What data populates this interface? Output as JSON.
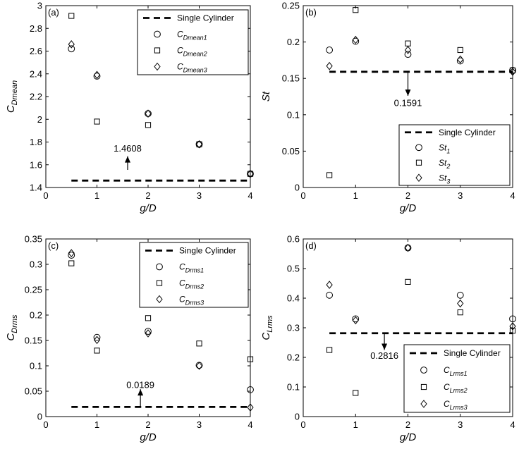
{
  "chart_data": [
    {
      "type": "scatter",
      "panel_label": "(a)",
      "xlabel": "g/D",
      "ylabel": {
        "main": "C",
        "sub": "Dmean"
      },
      "xlim": [
        0,
        4
      ],
      "ylim": [
        1.4,
        3.0
      ],
      "xticks": [
        "0",
        "1",
        "2",
        "3",
        "4"
      ],
      "yticks": [
        "1.4",
        "1.6",
        "1.8",
        "2",
        "2.2",
        "2.4",
        "2.6",
        "2.8",
        "3"
      ],
      "legend_position": "top-right",
      "reference": {
        "name": "Single Cylinder",
        "value": 1.4608
      },
      "annotation": {
        "text": "1.4608",
        "x": 1.6,
        "arrow_from": 1.555,
        "arrow_to": 1.675,
        "label_y": 1.74
      },
      "series": [
        {
          "name": {
            "main": "C",
            "sub": "Dmean1"
          },
          "marker": "circle",
          "x": [
            0.5,
            1,
            2,
            3,
            4
          ],
          "y": [
            2.62,
            2.38,
            2.05,
            1.78,
            1.52
          ]
        },
        {
          "name": {
            "main": "C",
            "sub": "Dmean2"
          },
          "marker": "square",
          "x": [
            0.5,
            1,
            2,
            3,
            4
          ],
          "y": [
            2.91,
            1.98,
            1.95,
            1.78,
            1.52
          ]
        },
        {
          "name": {
            "main": "C",
            "sub": "Dmean3"
          },
          "marker": "diamond",
          "x": [
            0.5,
            1,
            2,
            3,
            4
          ],
          "y": [
            2.66,
            2.39,
            2.05,
            1.78,
            1.52
          ]
        }
      ]
    },
    {
      "type": "scatter",
      "panel_label": "(b)",
      "xlabel": "g/D",
      "ylabel": {
        "main": "St",
        "sub": ""
      },
      "xlim": [
        0,
        4
      ],
      "ylim": [
        0,
        0.25
      ],
      "xticks": [
        "0",
        "1",
        "2",
        "3",
        "4"
      ],
      "yticks": [
        "0",
        "0.05",
        "0.1",
        "0.15",
        "0.2",
        "0.25"
      ],
      "legend_position": "bottom-right",
      "reference": {
        "name": "Single Cylinder",
        "value": 0.1591
      },
      "annotation": {
        "text": "0.1591",
        "x": 2.0,
        "arrow_from": 0.159,
        "arrow_to": 0.126,
        "label_y": 0.116
      },
      "series": [
        {
          "name": {
            "main": "St",
            "sub": "1"
          },
          "marker": "circle",
          "x": [
            0.5,
            1,
            2,
            3,
            4
          ],
          "y": [
            0.189,
            0.201,
            0.183,
            0.174,
            0.161
          ]
        },
        {
          "name": {
            "main": "St",
            "sub": "2"
          },
          "marker": "square",
          "x": [
            0.5,
            1,
            2,
            3,
            4
          ],
          "y": [
            0.017,
            0.244,
            0.198,
            0.189,
            0.161
          ]
        },
        {
          "name": {
            "main": "St",
            "sub": "3"
          },
          "marker": "diamond",
          "x": [
            0.5,
            1,
            2,
            3,
            4
          ],
          "y": [
            0.167,
            0.203,
            0.189,
            0.176,
            0.159
          ]
        }
      ]
    },
    {
      "type": "scatter",
      "panel_label": "(c)",
      "xlabel": "g/D",
      "ylabel": {
        "main": "C",
        "sub": "Drms"
      },
      "xlim": [
        0,
        4
      ],
      "ylim": [
        0,
        0.35
      ],
      "xticks": [
        "0",
        "1",
        "2",
        "3",
        "4"
      ],
      "yticks": [
        "0",
        "0.05",
        "0.1",
        "0.15",
        "0.2",
        "0.25",
        "0.3",
        "0.35"
      ],
      "legend_position": "top-right",
      "reference": {
        "name": "Single Cylinder",
        "value": 0.0189
      },
      "annotation": {
        "text": "0.0189",
        "x": 1.85,
        "arrow_from": 0.019,
        "arrow_to": 0.054,
        "label_y": 0.062
      },
      "series": [
        {
          "name": {
            "main": "C",
            "sub": "Drms1"
          },
          "marker": "circle",
          "x": [
            0.5,
            1,
            2,
            3,
            4
          ],
          "y": [
            0.318,
            0.156,
            0.168,
            0.101,
            0.053
          ]
        },
        {
          "name": {
            "main": "C",
            "sub": "Drms2"
          },
          "marker": "square",
          "x": [
            0.5,
            1,
            2,
            3,
            4
          ],
          "y": [
            0.302,
            0.13,
            0.194,
            0.144,
            0.113
          ]
        },
        {
          "name": {
            "main": "C",
            "sub": "Drms3"
          },
          "marker": "diamond",
          "x": [
            0.5,
            1,
            2,
            3,
            4
          ],
          "y": [
            0.322,
            0.151,
            0.164,
            0.1,
            0.018
          ]
        }
      ]
    },
    {
      "type": "scatter",
      "panel_label": "(d)",
      "xlabel": "g/D",
      "ylabel": {
        "main": "C",
        "sub": "Lrms"
      },
      "xlim": [
        0,
        4
      ],
      "ylim": [
        0,
        0.6
      ],
      "xticks": [
        "0",
        "1",
        "2",
        "3",
        "4"
      ],
      "yticks": [
        "0",
        "0.1",
        "0.2",
        "0.3",
        "0.4",
        "0.5",
        "0.6"
      ],
      "legend_position": "bottom-right",
      "reference": {
        "name": "Single Cylinder",
        "value": 0.2816
      },
      "annotation": {
        "text": "0.2816",
        "x": 1.55,
        "arrow_from": 0.28,
        "arrow_to": 0.225,
        "label_y": 0.205
      },
      "series": [
        {
          "name": {
            "main": "C",
            "sub": "Lrms1"
          },
          "marker": "circle",
          "x": [
            0.5,
            1,
            2,
            3,
            4
          ],
          "y": [
            0.41,
            0.33,
            0.57,
            0.41,
            0.33
          ]
        },
        {
          "name": {
            "main": "C",
            "sub": "Lrms2"
          },
          "marker": "square",
          "x": [
            0.5,
            1,
            2,
            3,
            4
          ],
          "y": [
            0.225,
            0.08,
            0.455,
            0.352,
            0.29
          ]
        },
        {
          "name": {
            "main": "C",
            "sub": "Lrms3"
          },
          "marker": "diamond",
          "x": [
            0.5,
            1,
            2,
            3,
            4
          ],
          "y": [
            0.445,
            0.325,
            0.57,
            0.382,
            0.305
          ]
        }
      ]
    }
  ]
}
